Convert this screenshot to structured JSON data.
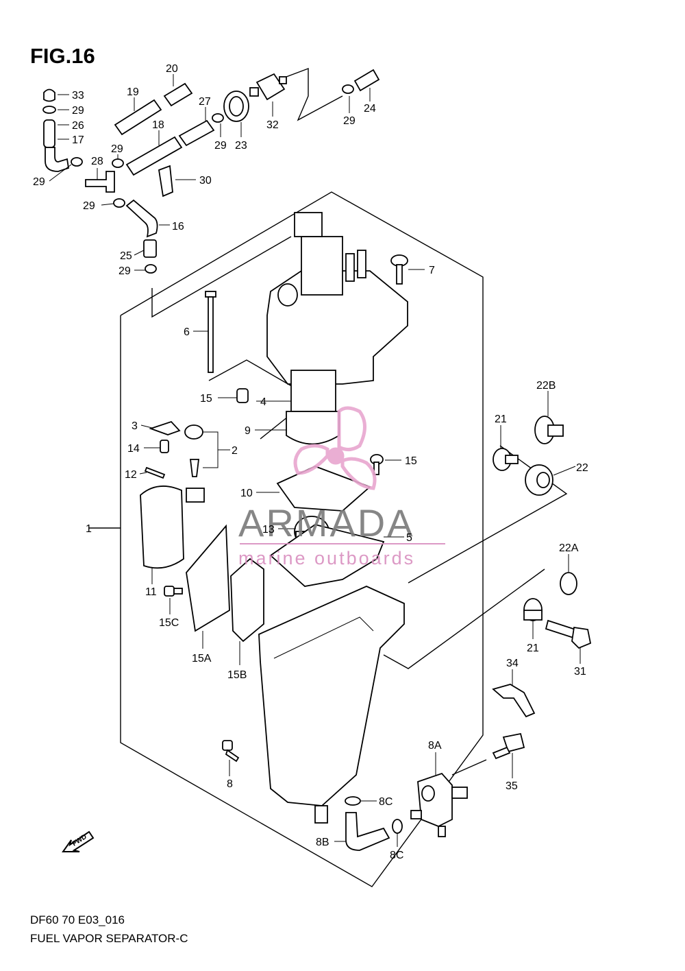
{
  "figure": {
    "title": "FIG.16"
  },
  "footer": {
    "code": "DF60 70 E03_016",
    "caption": "FUEL VAPOR SEPARATOR-C"
  },
  "watermark": {
    "brand": "ARMADA",
    "tagline": "marine outboards",
    "colors": {
      "logo": "#e8a6cf",
      "text": "#7a7a7a"
    }
  },
  "fwd_marker": {
    "label": "FWD"
  },
  "callouts": {
    "c1": "1",
    "c2": "2",
    "c3": "3",
    "c4": "4",
    "c5": "5",
    "c6": "6",
    "c7": "7",
    "c8": "8",
    "c8A": "8A",
    "c8B": "8B",
    "c8C_a": "8C",
    "c8C_b": "8C",
    "c9": "9",
    "c10": "10",
    "c11": "11",
    "c12": "12",
    "c13": "13",
    "c14": "14",
    "c15_a": "15",
    "c15_b": "15",
    "c15A": "15A",
    "c15B": "15B",
    "c15C": "15C",
    "c16": "16",
    "c17": "17",
    "c18": "18",
    "c19": "19",
    "c20": "20",
    "c21_a": "21",
    "c21_b": "21",
    "c22": "22",
    "c22A": "22A",
    "c22B": "22B",
    "c23": "23",
    "c24": "24",
    "c25": "25",
    "c26": "26",
    "c27": "27",
    "c28": "28",
    "c29_a": "29",
    "c29_b": "29",
    "c29_c": "29",
    "c29_d": "29",
    "c29_e": "29",
    "c29_f": "29",
    "c29_g": "29",
    "c30": "30",
    "c31": "31",
    "c32": "32",
    "c33": "33",
    "c34": "34",
    "c35": "35"
  }
}
